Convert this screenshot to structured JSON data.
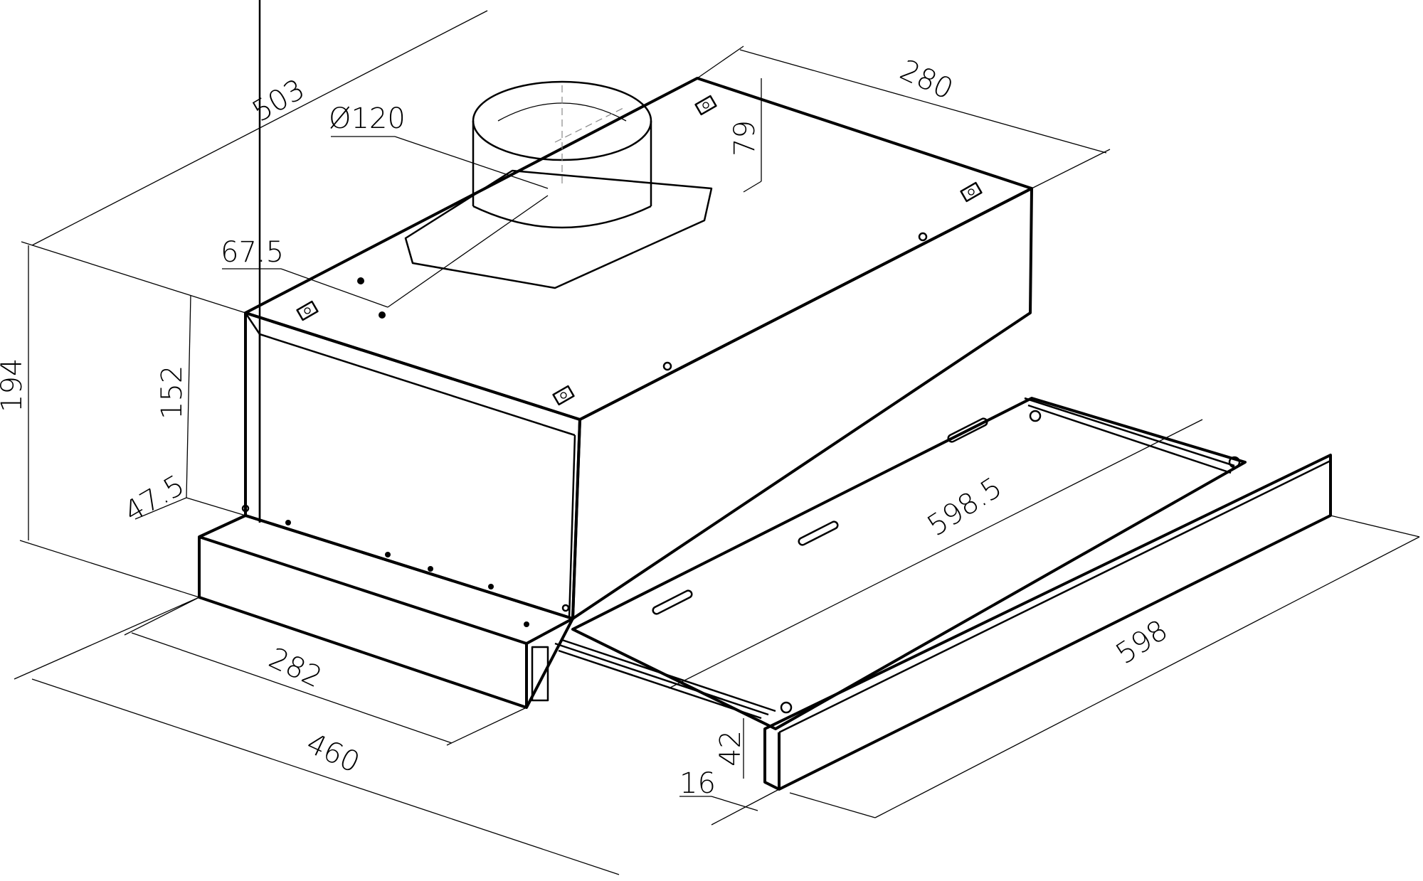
{
  "diagram": {
    "subject": "Telescopic range hood with extended slide-out front panel — isometric dimension drawing",
    "units": "mm",
    "line_color": "#000000",
    "background": "#ffffff",
    "dimensions": {
      "overall_depth": "503",
      "top_depth_rear": "280",
      "duct_diameter": "Ø120",
      "duct_height": "79",
      "duct_offset": "67.5",
      "overall_height": "194",
      "body_height": "152",
      "lower_step": "47.5",
      "lower_depth": "282",
      "bottom_depth": "460",
      "rail_length": "598.5",
      "front_width": "598",
      "front_panel_height": "42",
      "front_panel_thickness": "16"
    }
  }
}
